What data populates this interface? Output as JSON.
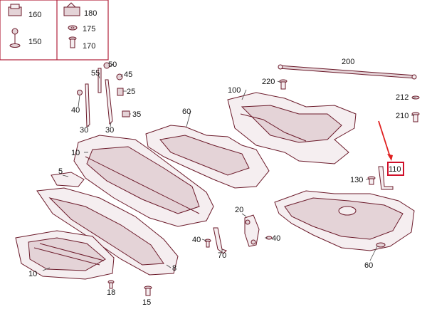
{
  "title": "",
  "colors": {
    "stroke": "#6b1a2a",
    "accent_arrow": "#e02020",
    "highlight_box": "#d0102a",
    "legend_border": "#b0203a"
  },
  "legend": {
    "items": [
      {
        "label": "160",
        "icon": "clip-nut-icon"
      },
      {
        "label": "150",
        "icon": "screw-icon"
      },
      {
        "label": "180",
        "icon": "clip-nut-icon"
      },
      {
        "label": "175",
        "icon": "washer-icon"
      },
      {
        "label": "170",
        "icon": "screw-icon"
      }
    ]
  },
  "callouts": {
    "c50": "50",
    "c55": "55",
    "c45": "45",
    "c40a": "40",
    "c25": "25",
    "c35": "35",
    "c30a": "30",
    "c30b": "30",
    "c60a": "60",
    "c100": "100",
    "c220": "220",
    "c200": "200",
    "c212": "212",
    "c210": "210",
    "c10a": "10",
    "c5": "5",
    "c110": "110",
    "c130": "130",
    "c20": "20",
    "c40b": "40",
    "c40c": "40",
    "c70": "70",
    "c60b": "60",
    "c10b": "10",
    "c8": "8",
    "c18": "18",
    "c15": "15"
  }
}
